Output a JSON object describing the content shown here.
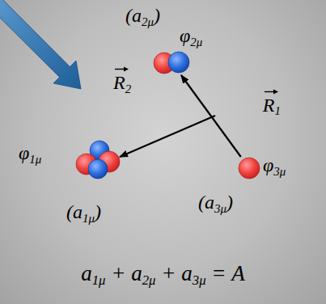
{
  "diagram": {
    "nodes": [
      {
        "text": [
          "φ1μ",
          "(a1μ)"
        ]
      },
      {
        "text": [
          "φ2μ",
          "(a2μ)"
        ]
      },
      {
        "text": [
          "φ3μ",
          "(a3μ)"
        ]
      }
    ],
    "edges": [
      {
        "from": 2,
        "to": 1,
        "arrow": "to",
        "label": "R1"
      }
    ],
    "labels": [
      "R2",
      "a1μ + a2μ + a3μ = A"
    ]
  }
}
